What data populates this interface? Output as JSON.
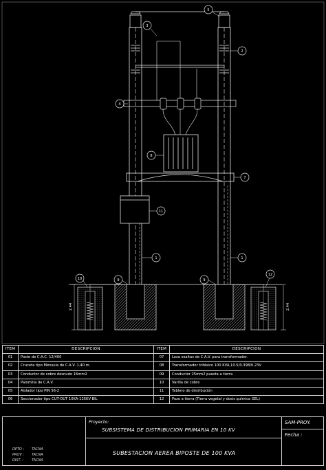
{
  "drawing": {
    "callouts": [
      "5",
      "3",
      "2",
      "4",
      "8",
      "7",
      "11",
      "1",
      "9",
      "10",
      "12"
    ],
    "dimension_left": "2.44",
    "dimension_right": "2.44"
  },
  "legend": {
    "headers": {
      "item": "ITEM",
      "desc": "DESCRIPCION",
      "item2": "ITEM",
      "desc2": "DESCRIPCION"
    },
    "rows": [
      {
        "n1": "01",
        "d1": "Poste de C.A.C. 12/400",
        "n2": "07",
        "d2": "Loza soaltas de C.A.V. para transformador."
      },
      {
        "n1": "02",
        "d1": "Cruceta tipo Ménsula de C.A.V. 1.40 m.",
        "n2": "08",
        "d2": "Transformador trifásico 100 KVA,10.5/0.398/0.23V"
      },
      {
        "n1": "03",
        "d1": "Conductor de cobre desnudo 16mm2",
        "n2": "09",
        "d2": "Conductor 25mm2 puesta a tierra"
      },
      {
        "n1": "04",
        "d1": "Palomilla de C.A.V.",
        "n2": "10",
        "d2": "Varilla de cobre"
      },
      {
        "n1": "05",
        "d1": "Aislador tipo PIN 56-2",
        "n2": "11",
        "d2": "Tablero de distribución"
      },
      {
        "n1": "06",
        "d1": "Seccionador tipo CUT-OUT 10KA-125KV BIL",
        "n2": "12",
        "d2": "Pozo a tierra (Tierra vegetal y dosis química GEL)"
      }
    ]
  },
  "title_block": {
    "proyecto_label": "Proyecto:",
    "proyecto": "SUBSISTEMA DE DISTRIBUCION PRIMARIA EN 10 KV",
    "titulo": "SUBESTACION  AEREA  BIPOSTE DE 100 KVA",
    "author": "SAM-PROY.",
    "fecha_label": "Fecha :",
    "dpto_label": "DPTO :",
    "dpto": "TACNA",
    "prov_label": "PROV :",
    "prov": "TACNA",
    "dist_label": "DIST. :",
    "dist": "TACNA"
  },
  "colors": {
    "background": "#000000",
    "line": "#e8e8e8",
    "hatch": "#9a9a9a"
  }
}
